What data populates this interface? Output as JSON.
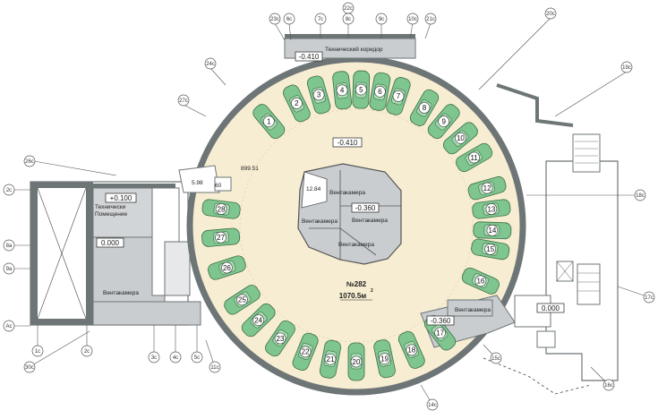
{
  "colors": {
    "floor": "#f7edd2",
    "wall": "#6e7577",
    "room": "#c9cdd0",
    "car": "#7fc58f",
    "car_stroke": "#3d6e49",
    "line": "#444444"
  },
  "axis_labels": {
    "ax_23c": "23с",
    "ax_6c": "6с",
    "ax_7c": "7с",
    "ax_8c": "8с",
    "ax_22c": "22с",
    "ax_9c": "9с",
    "ax_10c": "10с",
    "ax_21c": "21с",
    "ax_20c": "20с",
    "ax_24c": "24с",
    "ax_27c": "27с",
    "ax_19c": "19с",
    "ax_26c": "26с",
    "ax_2c": "2с",
    "ax_18c": "18с",
    "ax_8a": "8а",
    "ax_9a": "9а",
    "ax_Ac": "Ас",
    "ax_1c": "1с",
    "ax_2c_b": "2с",
    "ax_30c": "30с",
    "ax_3c": "3с",
    "ax_4c": "4с",
    "ax_5c": "5с",
    "ax_11c": "11с",
    "ax_14c": "14с",
    "ax_15c": "15с",
    "ax_17c": "17с",
    "ax_16c": "16с"
  },
  "rooms": {
    "tech_corridor": "Технический коридор",
    "tech_room": "Технически Помещение",
    "vent_left": "Вентакамера",
    "vent_right": "Вентакамера",
    "vent_c1": "Вентакамера",
    "vent_c2": "Вентакамера",
    "vent_c3": "Вентакамера",
    "vent_c4": "Вентакамера"
  },
  "levels": {
    "top": "-0.410",
    "center": "-0.410",
    "core": "-0.360",
    "lower_right": "-0.360",
    "left_top": "+0.100",
    "left_room": "0.000",
    "right_room": "0.000"
  },
  "dims": {
    "d1": "899.51",
    "d2": "5.98",
    "d3": "60",
    "d4": "12.84"
  },
  "room_id": "№282",
  "area": "1070.5м",
  "area_sup": "2",
  "cars": [
    "1",
    "2",
    "3",
    "4",
    "5",
    "6",
    "7",
    "8",
    "9",
    "10",
    "11",
    "12",
    "13",
    "14",
    "15",
    "16",
    "17",
    "18",
    "19",
    "20",
    "21",
    "22",
    "23",
    "24",
    "25",
    "26",
    "27",
    "28"
  ]
}
